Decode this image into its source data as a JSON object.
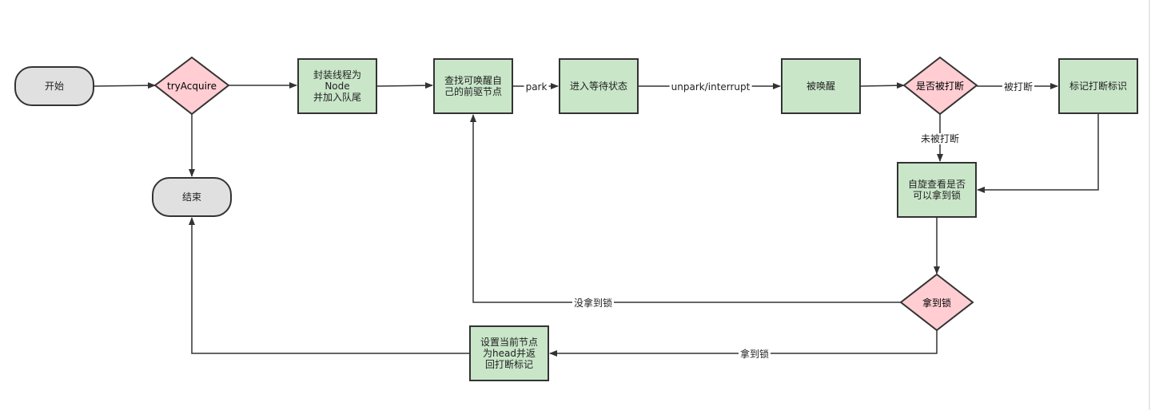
{
  "nodes": {
    "start": "开始",
    "try_acquire": "tryAcquire",
    "wrap_node": "封装线程为\nNode\n并加入队尾",
    "find_prev": "查找可唤醒自\n己的前驱节点",
    "wait": "进入等待状态",
    "woken": "被唤醒",
    "interrupted_q": "是否被打断",
    "mark_interrupt": "标记打断标识",
    "spin_check": "自旋查看是否\n可以拿到锁",
    "got_lock_q": "拿到锁",
    "set_head": "设置当前节点\n为head并返\n回打断标记",
    "end": "结束"
  },
  "edges": {
    "park": "park",
    "unpark": "unpark/interrupt",
    "was_interrupted": "被打断",
    "not_interrupted": "未被打断",
    "no_lock": "没拿到锁",
    "got_lock": "拿到锁"
  },
  "colors": {
    "process": "#c9e6c9",
    "decision": "#ffcdd2",
    "terminal": "#e0e0e0",
    "stroke": "#333333"
  }
}
